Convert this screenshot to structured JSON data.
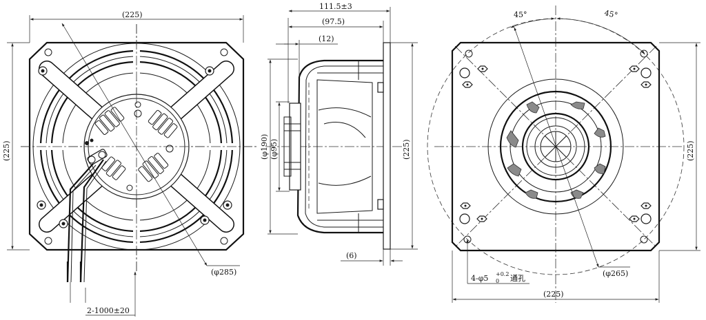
{
  "front_view": {
    "width_label": "(225)",
    "height_label": "(225)",
    "diameter_label": "(φ285)",
    "cable_label": "2-1000±20"
  },
  "side_view": {
    "depth_label": "111.5±3",
    "depth2_label": "(97.5)",
    "depth3_label": "(12)",
    "dia190_label": "(φ190)",
    "dia95_label": "(φ95)",
    "height_label": "(225)",
    "flange_label": "(6)"
  },
  "rear_view": {
    "angle_left": "45°",
    "angle_right": "45°",
    "height_label": "(225)",
    "width_label": "(225)",
    "dia_label": "(φ265)",
    "hole_label_prefix": "4-φ5",
    "hole_tol_upper": "+0.2",
    "hole_tol_lower": "0",
    "hole_label_suffix": "通孔"
  }
}
